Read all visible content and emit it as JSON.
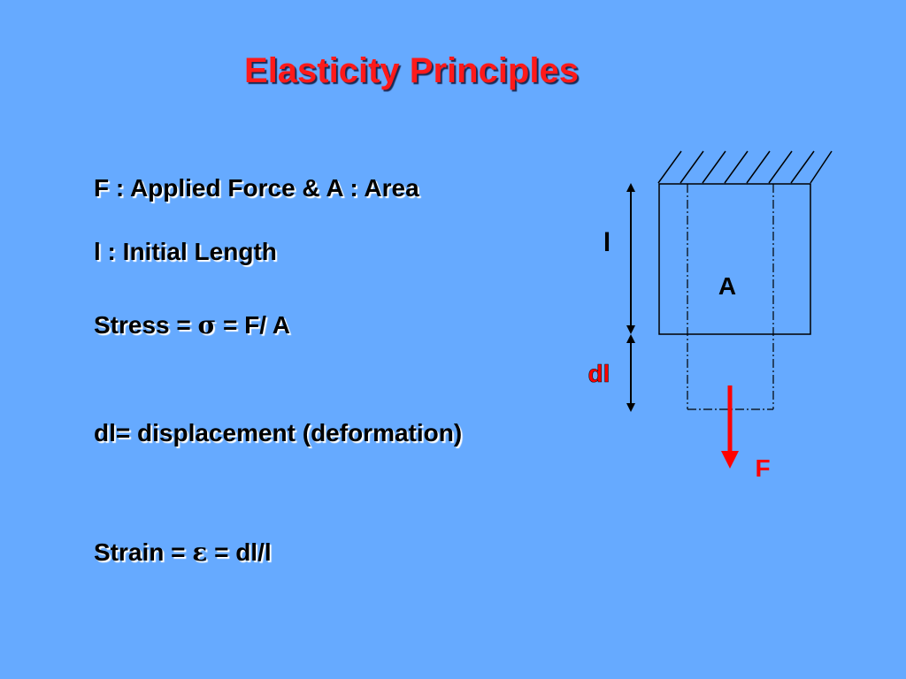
{
  "title": "Elasticity Principles",
  "lines": {
    "force_area": "F : Applied Force  & A : Area",
    "initial_length": "l : Initial Length",
    "stress_prefix": "Stress = ",
    "stress_symbol": "σ",
    "stress_suffix": " = F/ A",
    "displacement": "dl= displacement (deformation)",
    "strain_prefix": "Strain = ",
    "strain_symbol": "ε",
    "strain_suffix": " =  dl/l"
  },
  "diagram": {
    "length_label": "l",
    "area_label": "A",
    "displacement_label": "dl",
    "force_label": "F"
  },
  "colors": {
    "background": "#66aaff",
    "title": "#ff1a1a",
    "accent_red": "#ff0000",
    "text": "#000000"
  }
}
